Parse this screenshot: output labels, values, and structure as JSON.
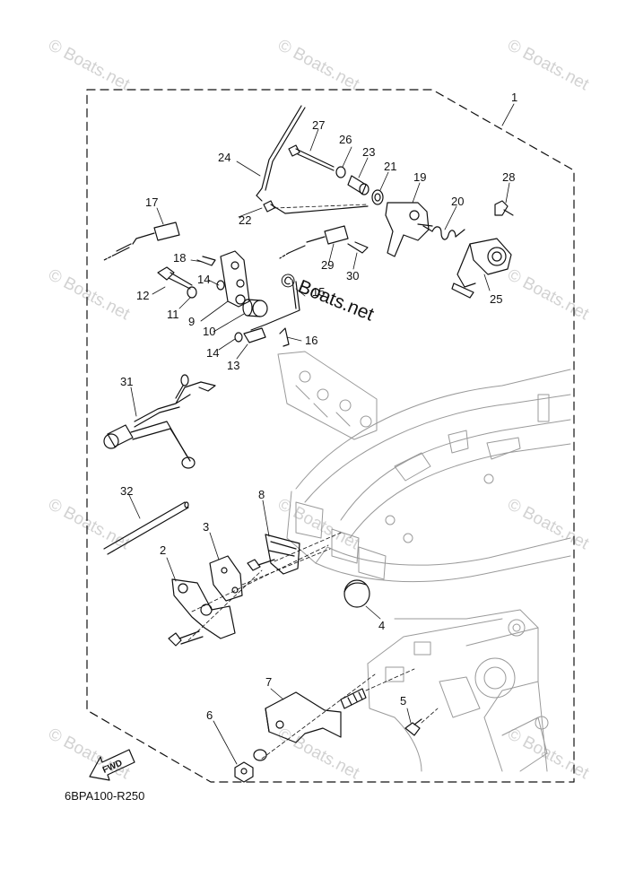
{
  "watermark_text": "© Boats.net",
  "center_watermark": "© Boats.net",
  "drawing_code": "6BPA100-R250",
  "fwd_label": "FWD",
  "callouts": {
    "c1": "1",
    "c2": "2",
    "c3": "3",
    "c4": "4",
    "c5": "5",
    "c6": "6",
    "c7": "7",
    "c8": "8",
    "c9": "9",
    "c10": "10",
    "c11": "11",
    "c12": "12",
    "c13": "13",
    "c14a": "14",
    "c14b": "14",
    "c15": "15",
    "c16": "16",
    "c17": "17",
    "c18": "18",
    "c19": "19",
    "c20": "20",
    "c21": "21",
    "c22": "22",
    "c23": "23",
    "c24": "24",
    "c25": "25",
    "c26": "26",
    "c27": "27",
    "c28": "28",
    "c29": "29",
    "c30": "30",
    "c31": "31",
    "c32": "32"
  },
  "colors": {
    "line": "#111111",
    "watermark": "#d2d2d2",
    "ghost": "#9a9a9a"
  }
}
